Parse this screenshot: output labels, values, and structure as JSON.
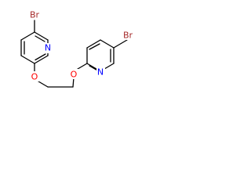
{
  "molecule": {
    "atoms": {
      "br_left": "Br",
      "n_left": "N",
      "o_left": "O",
      "o_right": "O",
      "n_right": "N",
      "br_right": "Br"
    },
    "colors": {
      "bond": "#000000",
      "bromine": "#a52a2a",
      "nitrogen": "#0000ff",
      "oxygen": "#ff0000"
    }
  }
}
